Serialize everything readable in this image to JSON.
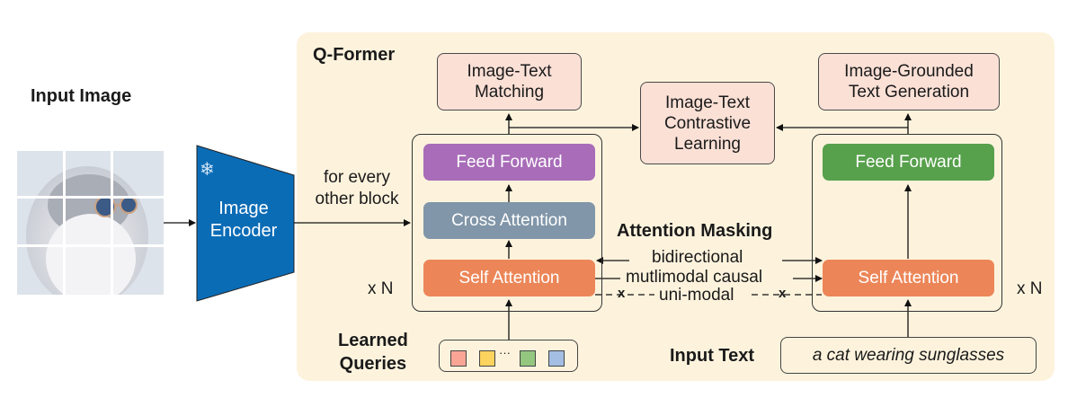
{
  "input_image": {
    "label": "Input Image"
  },
  "image_encoder": {
    "label_line1": "Image",
    "label_line2": "Encoder",
    "frozen_icon": "snowflake-icon",
    "color": "#0b6cb6"
  },
  "every_other_block": {
    "line1": "for every",
    "line2": "other block"
  },
  "qformer": {
    "title": "Q-Former",
    "background": "#fdf3dd",
    "left_stack": {
      "feed_forward": "Feed Forward",
      "cross_attention": "Cross Attention",
      "self_attention": "Self Attention",
      "repeat": "x N"
    },
    "right_stack": {
      "feed_forward": "Feed Forward",
      "self_attention": "Self Attention",
      "repeat": "x N"
    },
    "objectives": {
      "itm": {
        "line1": "Image-Text",
        "line2": "Matching"
      },
      "itc": {
        "line1": "Image-Text",
        "line2": "Contrastive",
        "line3": "Learning"
      },
      "itg": {
        "line1": "Image-Grounded",
        "line2": "Text Generation"
      }
    },
    "attention_masking": {
      "title": "Attention Masking",
      "bidirectional": "bidirectional",
      "multimodal_causal": "mutlimodal causal",
      "unimodal": "uni-modal",
      "blocked_marker": "x"
    },
    "learned_queries": {
      "line1": "Learned",
      "line2": "Queries",
      "ellipsis": "···",
      "colors": [
        "#f8a595",
        "#fbd35e",
        "#93c77f",
        "#a4bee3"
      ]
    },
    "input_text": {
      "label": "Input Text",
      "value": "a cat wearing sunglasses"
    }
  }
}
